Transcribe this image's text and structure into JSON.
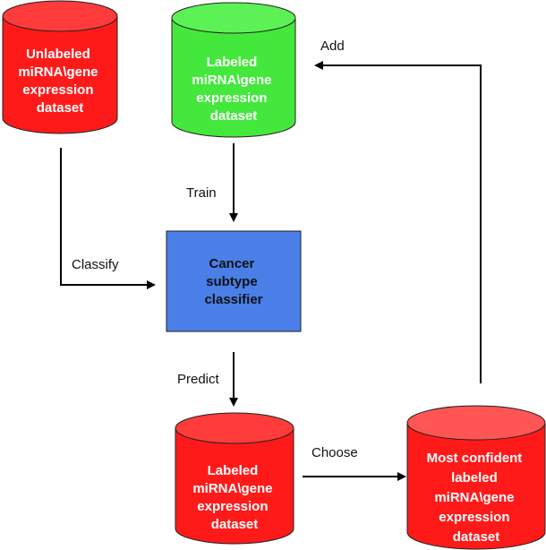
{
  "nodes": {
    "unlabeled": {
      "lines": [
        "Unlabeled",
        "miRNA\\gene",
        "expression",
        "dataset"
      ],
      "fill": "#ff1a1a",
      "top_fill": "#ff3b3b",
      "text_color": "#ffffff"
    },
    "labeled_top": {
      "lines": [
        "Labeled",
        "miRNA\\gene",
        "expression",
        "dataset"
      ],
      "fill": "#44e83c",
      "top_fill": "#5cf255",
      "text_color": "#ffffff"
    },
    "classifier": {
      "lines": [
        "Cancer",
        "subtype",
        "classifier"
      ],
      "fill": "#4a7fe8",
      "text_color": "#111111"
    },
    "labeled_bottom": {
      "lines": [
        "Labeled",
        "miRNA\\gene",
        "expression",
        "dataset"
      ],
      "fill": "#ff1a1a",
      "top_fill": "#ff3b3b",
      "text_color": "#ffffff"
    },
    "most_confident": {
      "lines": [
        "Most confident",
        "labeled",
        "miRNA\\gene",
        "expression",
        "dataset"
      ],
      "fill": "#ff1a1a",
      "top_fill": "#ff5555",
      "text_color": "#ffffff"
    }
  },
  "edges": {
    "add": "Add",
    "train": "Train",
    "classify": "Classify",
    "predict": "Predict",
    "choose": "Choose"
  },
  "colors": {
    "line": "#000000",
    "outline": "#222222"
  }
}
